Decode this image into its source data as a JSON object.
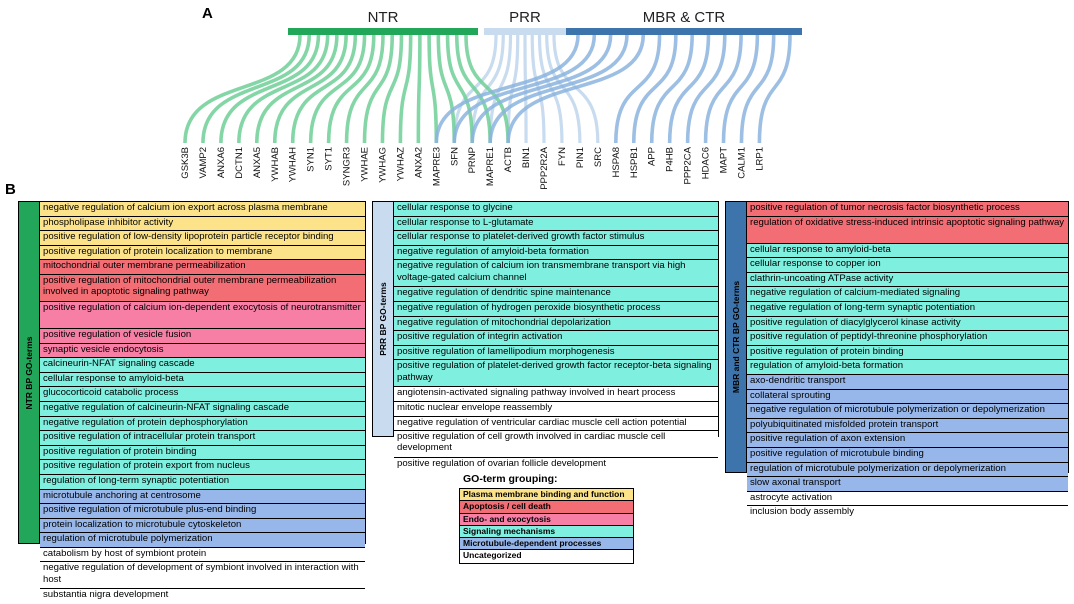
{
  "panel_labels": {
    "a": "A",
    "b": "B"
  },
  "groups": [
    {
      "label": "NTR",
      "color": "#21a65a",
      "link_color": "#6fcf97"
    },
    {
      "label": "PRR",
      "color": "#c9dcef",
      "link_color": "#b5cfe9"
    },
    {
      "label": "MBR & CTR",
      "color": "#3d74ab",
      "link_color": "#8bb4de"
    }
  ],
  "genes": [
    "GSK3B",
    "VAMP2",
    "ANXA6",
    "DCTN1",
    "ANXA5",
    "YWHAB",
    "YWHAH",
    "SYN1",
    "SYT1",
    "SYNGR3",
    "YWHAE",
    "YWHAG",
    "YWHAZ",
    "ANXA2",
    "MAPRE3",
    "SFN",
    "PRNP",
    "MAPRE1",
    "ACTB",
    "BIN1",
    "PPP2R2A",
    "FYN",
    "PIN1",
    "SRC",
    "HSPA8",
    "HSPB1",
    "APP",
    "P4HB",
    "PPP2CA",
    "HDAC6",
    "MAPT",
    "CALM1",
    "LRP1"
  ],
  "links": [
    {
      "group": 0,
      "gene": "GSK3B"
    },
    {
      "group": 0,
      "gene": "VAMP2"
    },
    {
      "group": 0,
      "gene": "ANXA6"
    },
    {
      "group": 0,
      "gene": "DCTN1"
    },
    {
      "group": 0,
      "gene": "ANXA5"
    },
    {
      "group": 0,
      "gene": "YWHAB"
    },
    {
      "group": 0,
      "gene": "YWHAH"
    },
    {
      "group": 0,
      "gene": "SYN1"
    },
    {
      "group": 0,
      "gene": "SYT1"
    },
    {
      "group": 0,
      "gene": "SYNGR3"
    },
    {
      "group": 0,
      "gene": "YWHAE"
    },
    {
      "group": 0,
      "gene": "YWHAG"
    },
    {
      "group": 0,
      "gene": "YWHAZ"
    },
    {
      "group": 0,
      "gene": "ANXA2"
    },
    {
      "group": 0,
      "gene": "MAPRE3"
    },
    {
      "group": 0,
      "gene": "SFN"
    },
    {
      "group": 0,
      "gene": "PRNP"
    },
    {
      "group": 0,
      "gene": "MAPRE1"
    },
    {
      "group": 0,
      "gene": "ACTB"
    },
    {
      "group": 1,
      "gene": "SFN"
    },
    {
      "group": 1,
      "gene": "PRNP"
    },
    {
      "group": 1,
      "gene": "MAPRE1"
    },
    {
      "group": 1,
      "gene": "ACTB"
    },
    {
      "group": 1,
      "gene": "BIN1"
    },
    {
      "group": 1,
      "gene": "PPP2R2A"
    },
    {
      "group": 1,
      "gene": "FYN"
    },
    {
      "group": 1,
      "gene": "PIN1"
    },
    {
      "group": 1,
      "gene": "SRC"
    },
    {
      "group": 2,
      "gene": "MAPRE3"
    },
    {
      "group": 2,
      "gene": "SFN"
    },
    {
      "group": 2,
      "gene": "PRNP"
    },
    {
      "group": 2,
      "gene": "MAPRE1"
    },
    {
      "group": 2,
      "gene": "ACTB"
    },
    {
      "group": 2,
      "gene": "HSPA8"
    },
    {
      "group": 2,
      "gene": "HSPB1"
    },
    {
      "group": 2,
      "gene": "APP"
    },
    {
      "group": 2,
      "gene": "P4HB"
    },
    {
      "group": 2,
      "gene": "PPP2CA"
    },
    {
      "group": 2,
      "gene": "HDAC6"
    },
    {
      "group": 2,
      "gene": "MAPT"
    },
    {
      "group": 2,
      "gene": "CALM1"
    },
    {
      "group": 2,
      "gene": "LRP1"
    }
  ],
  "category_colors": {
    "plasma": "#fce38a",
    "apoptosis": "#f26d74",
    "exo": "#f77fa6",
    "signaling": "#7ff0df",
    "microtubule": "#97b7ea",
    "none": "#ffffff"
  },
  "tables": {
    "ntr": {
      "side_label": "NTR BP GO-terms",
      "side_color": "#21a65a",
      "rows": [
        {
          "text": "negative regulation of calcium ion export across plasma membrane",
          "cat": "plasma",
          "lines": 1
        },
        {
          "text": "phospholipase inhibitor activity",
          "cat": "plasma",
          "lines": 1
        },
        {
          "text": "positive regulation of low-density lipoprotein particle receptor binding",
          "cat": "plasma",
          "lines": 1
        },
        {
          "text": "positive regulation of protein localization to membrane",
          "cat": "plasma",
          "lines": 1
        },
        {
          "text": "mitochondrial outer membrane permeabilization",
          "cat": "apoptosis",
          "lines": 1
        },
        {
          "text": "positive regulation of mitochondrial outer membrane permeabilization involved in apoptotic signaling pathway",
          "cat": "apoptosis",
          "lines": 2
        },
        {
          "text": "positive regulation of calcium ion-dependent exocytosis of neurotransmitter",
          "cat": "exo",
          "lines": 2
        },
        {
          "text": "positive regulation of vesicle fusion",
          "cat": "exo",
          "lines": 1
        },
        {
          "text": "synaptic vesicle endocytosis",
          "cat": "exo",
          "lines": 1
        },
        {
          "text": "calcineurin-NFAT signaling cascade",
          "cat": "signaling",
          "lines": 1
        },
        {
          "text": "cellular response to amyloid-beta",
          "cat": "signaling",
          "lines": 1
        },
        {
          "text": "glucocorticoid catabolic process",
          "cat": "signaling",
          "lines": 1
        },
        {
          "text": "negative regulation of calcineurin-NFAT signaling cascade",
          "cat": "signaling",
          "lines": 1
        },
        {
          "text": "negative regulation of protein dephosphorylation",
          "cat": "signaling",
          "lines": 1
        },
        {
          "text": "positive regulation of intracellular protein transport",
          "cat": "signaling",
          "lines": 1
        },
        {
          "text": "positive regulation of protein binding",
          "cat": "signaling",
          "lines": 1
        },
        {
          "text": "positive regulation of protein export from nucleus",
          "cat": "signaling",
          "lines": 1
        },
        {
          "text": "regulation of long-term synaptic potentiation",
          "cat": "signaling",
          "lines": 1
        },
        {
          "text": "microtubule anchoring at centrosome",
          "cat": "microtubule",
          "lines": 1
        },
        {
          "text": "positive regulation of microtubule plus-end binding",
          "cat": "microtubule",
          "lines": 1
        },
        {
          "text": "protein localization to microtubule cytoskeleton",
          "cat": "microtubule",
          "lines": 1
        },
        {
          "text": "regulation of microtubule polymerization",
          "cat": "microtubule",
          "lines": 1
        },
        {
          "text": "catabolism by host of symbiont protein",
          "cat": "none",
          "lines": 1
        },
        {
          "text": "negative regulation of development of symbiont involved in interaction with host",
          "cat": "none",
          "lines": 2
        },
        {
          "text": "substantia nigra development",
          "cat": "none",
          "lines": 1
        }
      ]
    },
    "prr": {
      "side_label": "PRR BP GO-terms",
      "side_color": "#c9dcef",
      "rows": [
        {
          "text": "cellular response to glycine",
          "cat": "signaling",
          "lines": 1
        },
        {
          "text": "cellular response to L-glutamate",
          "cat": "signaling",
          "lines": 1
        },
        {
          "text": "cellular response to platelet-derived growth factor stimulus",
          "cat": "signaling",
          "lines": 1
        },
        {
          "text": "negative regulation of amyloid-beta formation",
          "cat": "signaling",
          "lines": 1
        },
        {
          "text": "negative regulation of calcium ion transmembrane transport via high voltage-gated calcium channel",
          "cat": "signaling",
          "lines": 2
        },
        {
          "text": "negative regulation of dendritic spine maintenance",
          "cat": "signaling",
          "lines": 1
        },
        {
          "text": "negative regulation of hydrogen peroxide biosynthetic process",
          "cat": "signaling",
          "lines": 1
        },
        {
          "text": "negative regulation of mitochondrial depolarization",
          "cat": "signaling",
          "lines": 1
        },
        {
          "text": "positive regulation of integrin activation",
          "cat": "signaling",
          "lines": 1
        },
        {
          "text": "positive regulation of lamellipodium morphogenesis",
          "cat": "signaling",
          "lines": 1
        },
        {
          "text": "positive regulation of platelet-derived growth factor receptor-beta signaling pathway",
          "cat": "signaling",
          "lines": 2
        },
        {
          "text": "angiotensin-activated signaling pathway involved in heart process",
          "cat": "none",
          "lines": 1
        },
        {
          "text": "mitotic nuclear envelope reassembly",
          "cat": "none",
          "lines": 1
        },
        {
          "text": "negative regulation of ventricular cardiac muscle cell action potential",
          "cat": "none",
          "lines": 1
        },
        {
          "text": "positive regulation of cell growth involved in cardiac muscle cell development",
          "cat": "none",
          "lines": 2
        },
        {
          "text": "positive regulation of ovarian follicle development",
          "cat": "none",
          "lines": 1
        }
      ]
    },
    "mbr": {
      "side_label": "MBR and CTR BP GO-terms",
      "side_color": "#3d74ab",
      "rows": [
        {
          "text": "positive regulation of tumor necrosis factor biosynthetic process",
          "cat": "apoptosis",
          "lines": 1
        },
        {
          "text": "regulation of oxidative stress-induced intrinsic apoptotic signaling pathway",
          "cat": "apoptosis",
          "lines": 2
        },
        {
          "text": "cellular response to amyloid-beta",
          "cat": "signaling",
          "lines": 1
        },
        {
          "text": "cellular response to copper ion",
          "cat": "signaling",
          "lines": 1
        },
        {
          "text": "clathrin-uncoating ATPase activity",
          "cat": "signaling",
          "lines": 1
        },
        {
          "text": "negative regulation of calcium-mediated signaling",
          "cat": "signaling",
          "lines": 1
        },
        {
          "text": "negative regulation of long-term synaptic potentiation",
          "cat": "signaling",
          "lines": 1
        },
        {
          "text": "positive regulation of diacylglycerol kinase activity",
          "cat": "signaling",
          "lines": 1
        },
        {
          "text": "positive regulation of peptidyl-threonine phosphorylation",
          "cat": "signaling",
          "lines": 1
        },
        {
          "text": "positive regulation of protein binding",
          "cat": "signaling",
          "lines": 1
        },
        {
          "text": "regulation of amyloid-beta formation",
          "cat": "signaling",
          "lines": 1
        },
        {
          "text": "axo-dendritic transport",
          "cat": "microtubule",
          "lines": 1
        },
        {
          "text": "collateral sprouting",
          "cat": "microtubule",
          "lines": 1
        },
        {
          "text": "negative regulation of microtubule polymerization or depolymerization",
          "cat": "microtubule",
          "lines": 1
        },
        {
          "text": "polyubiquitinated misfolded protein transport",
          "cat": "microtubule",
          "lines": 1
        },
        {
          "text": "positive regulation of axon extension",
          "cat": "microtubule",
          "lines": 1
        },
        {
          "text": "positive regulation of microtubule binding",
          "cat": "microtubule",
          "lines": 1
        },
        {
          "text": "regulation of microtubule polymerization or depolymerization",
          "cat": "microtubule",
          "lines": 1
        },
        {
          "text": "slow axonal transport",
          "cat": "microtubule",
          "lines": 1
        },
        {
          "text": "astrocyte activation",
          "cat": "none",
          "lines": 1
        },
        {
          "text": "inclusion body assembly",
          "cat": "none",
          "lines": 1
        }
      ]
    }
  },
  "legend": {
    "title": "GO-term grouping:",
    "items": [
      {
        "label": "Plasma membrane binding and function",
        "cat": "plasma"
      },
      {
        "label": "Apoptosis / cell death",
        "cat": "apoptosis"
      },
      {
        "label": "Endo- and exocytosis",
        "cat": "exo"
      },
      {
        "label": "Signaling mechanisms",
        "cat": "signaling"
      },
      {
        "label": "Microtubule-dependent processes",
        "cat": "microtubule"
      },
      {
        "label": "Uncategorized",
        "cat": "none"
      }
    ]
  }
}
